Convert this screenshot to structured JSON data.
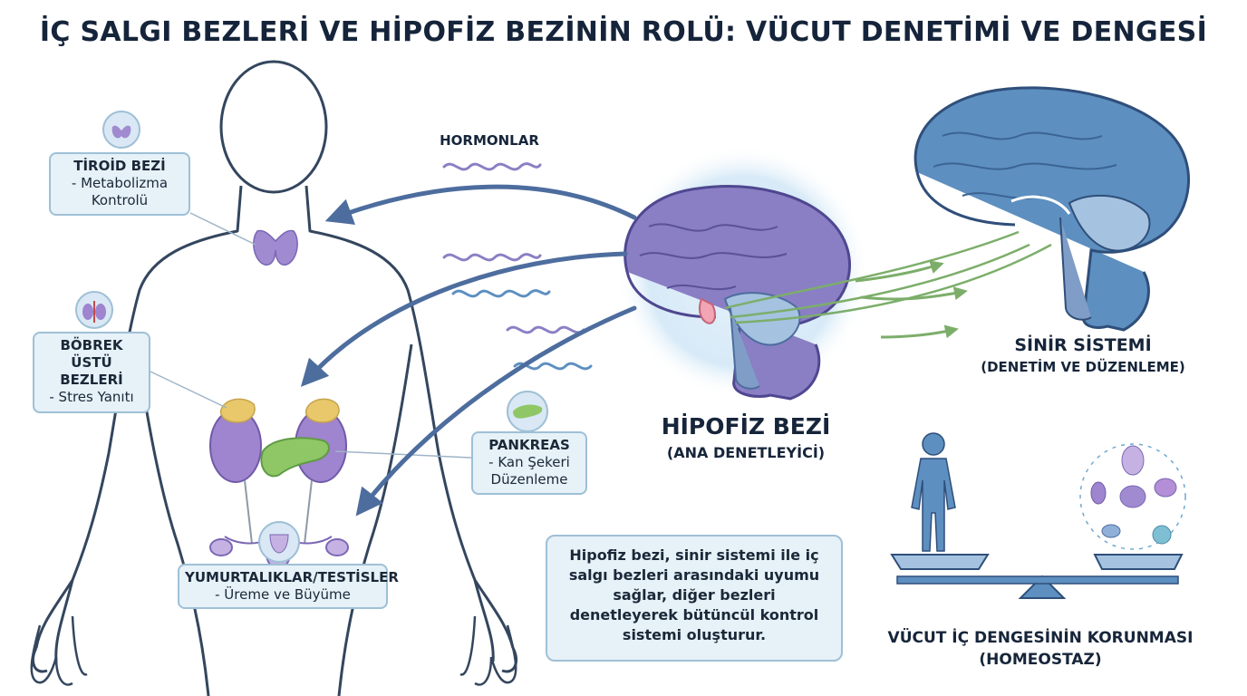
{
  "title": "İÇ SALGI BEZLERİ VE HİPOFİZ BEZİNİN ROLÜ: VÜCUT DENETİMİ VE DENGESİ",
  "hormones_label": "HORMONLAR",
  "glands": {
    "thyroid": {
      "name": "TİROİD BEZİ",
      "function": "- Metabolizma Kontrolü"
    },
    "adrenal": {
      "name": "BÖBREK ÜSTÜ BEZLERİ",
      "function": "- Stres Yanıtı"
    },
    "pancreas": {
      "name": "PANKREAS",
      "function": "- Kan Şekeri Düzenleme"
    },
    "gonads": {
      "name": "YUMURTALIKLAR/TESTİSLER",
      "function": "- Üreme ve Büyüme"
    }
  },
  "pituitary": {
    "name": "HİPOFİZ BEZİ",
    "role": "(ANA DENETLEYİCİ)"
  },
  "nervous_system": {
    "name": "SİNİR SİSTEMİ",
    "role": "(DENETİM VE DÜZENLEME)"
  },
  "homeostasis": {
    "name": "VÜCUT İÇ DENGESİNİN KORUNMASI",
    "term": "(HOMEOSTAZ)"
  },
  "summary": "Hipofiz bezi, sinir sistemi ile iç salgı bezleri arasındaki uyumu sağlar, diğer bezleri denetleyerek bütüncül kontrol sistemi oluşturur.",
  "colors": {
    "outline": "#34465e",
    "arrow": "#5576a8",
    "brain_purple": "#8a7fc4",
    "brain_blue": "#5d8fc0",
    "gland_purple": "#a08bd0",
    "adrenal_yellow": "#e8c86a",
    "pancreas_green": "#8fc766",
    "label_bg": "#e6f1f8",
    "nerve_green": "#7cae6a"
  }
}
